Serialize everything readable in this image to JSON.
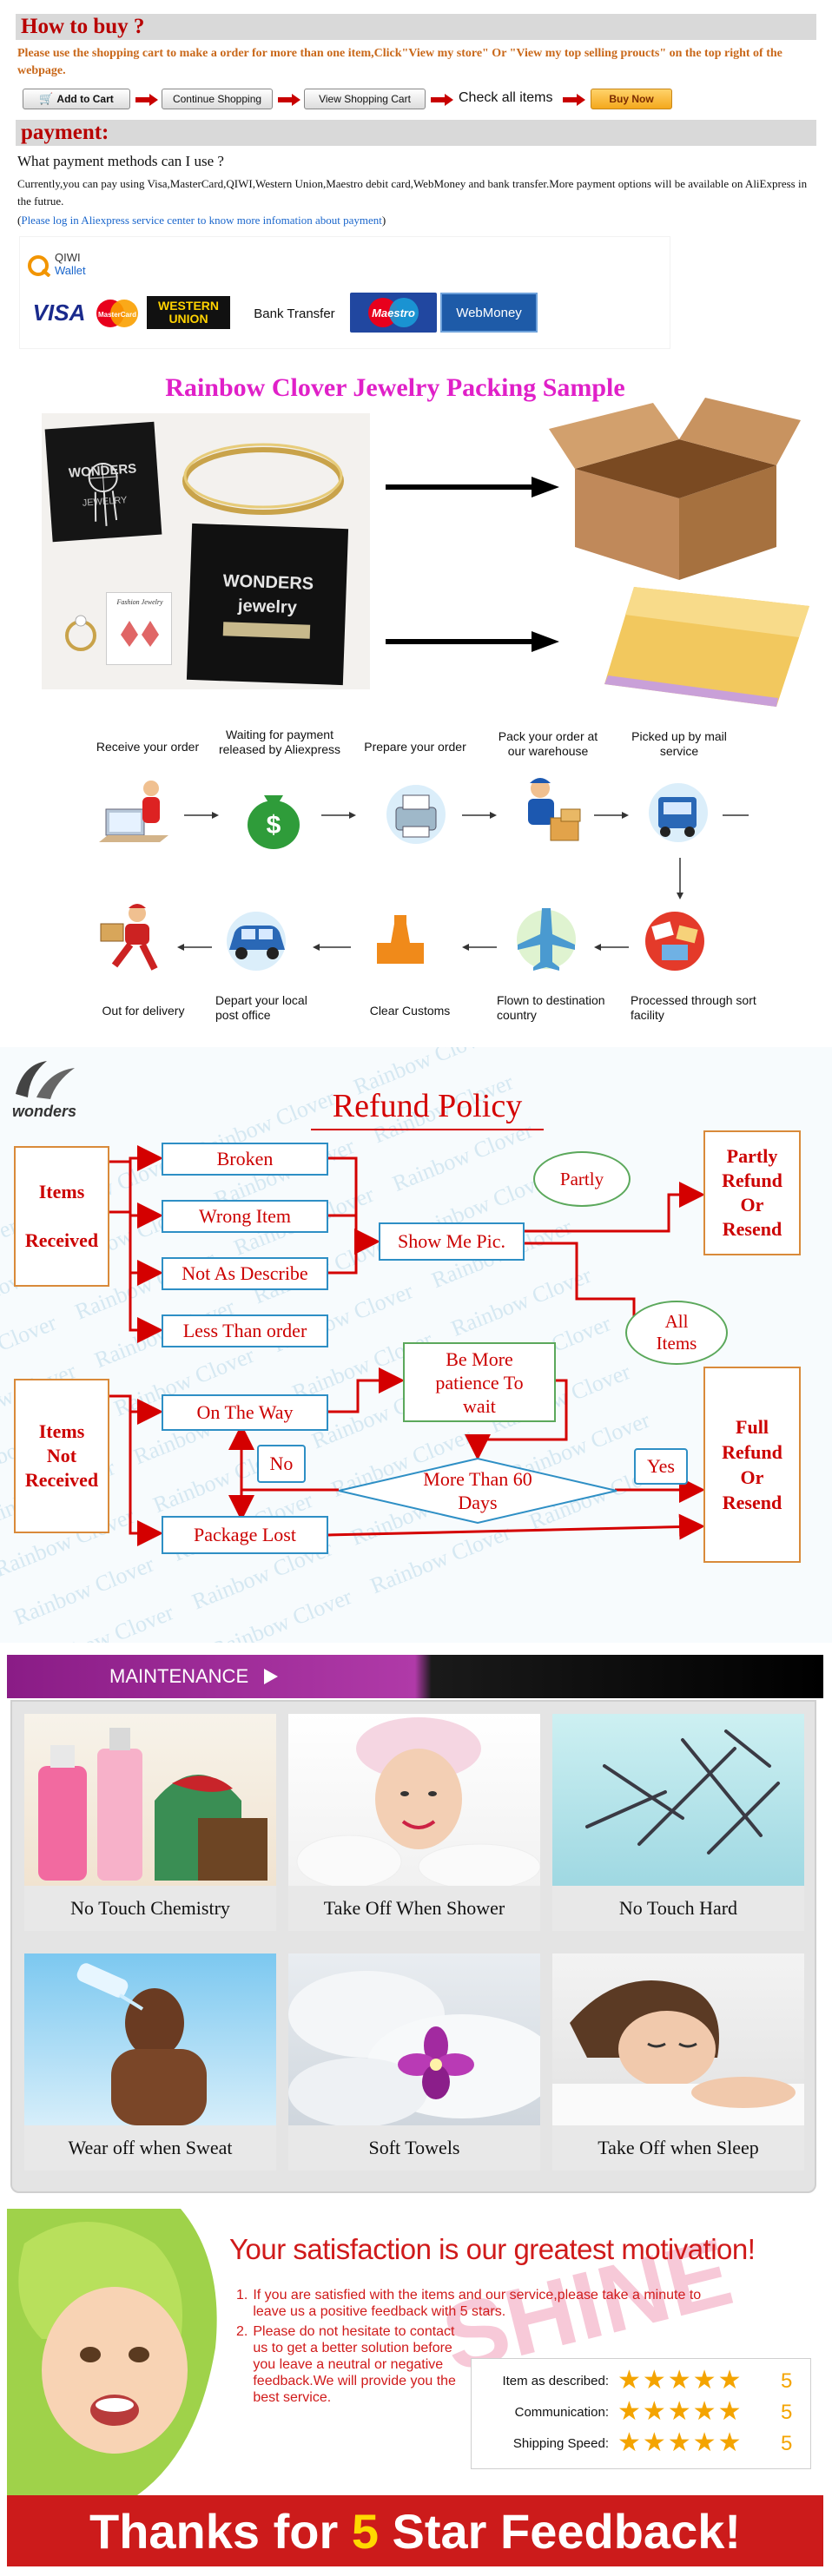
{
  "how_to_buy": {
    "heading": "How to buy ?",
    "instruction": "Please use the shopping cart to make a order for more than one item,Click\"View my store\" Or \"View my top selling proucts\" on the top right of the webpage.",
    "steps": [
      "Add to Cart",
      "Continue Shopping",
      "View Shopping Cart",
      "Check all items",
      "Buy Now"
    ]
  },
  "payment": {
    "heading": "payment:",
    "question": "What payment methods can I use ?",
    "body": "Currently,you can pay using Visa,MasterCard,QIWI,Western Union,Maestro debit card,WebMoney and bank transfer.More payment options will be available on AliExpress in the futrue.",
    "note": "(Please log in Aliexpress service center to know more infomation about payment)",
    "note_open": "(",
    "note_text": "Please log in Aliexpress service center to know more infomation about payment",
    "note_close": ")",
    "logos": {
      "qiwi_top": "QIWI",
      "qiwi_bottom": "Wallet",
      "visa": "VISA",
      "mastercard": "MasterCard",
      "western_top": "WESTERN",
      "western_bottom": "UNION",
      "bank": "Bank Transfer",
      "maestro": "Maestro",
      "webmoney": "WebMoney"
    }
  },
  "packing": {
    "title": "Rainbow Clover Jewelry Packing Sample",
    "pouch_top_line1": "WONDERS",
    "pouch_top_line2": "JEWELRY",
    "pouch_big_line1": "WONDERS",
    "pouch_big_line2": "jewelry",
    "card_text": "Fashion Jewelry"
  },
  "shipping_flow": {
    "row1": [
      "Receive your order",
      "Waiting for payment released by Aliexpress",
      "Prepare your order",
      "Pack your order at our warehouse",
      "Picked up by mail service"
    ],
    "row2": [
      "Out for delivery",
      "Depart your local post office",
      "Clear Customs",
      "Flown to destination country",
      "Processed through sort facility"
    ]
  },
  "refund": {
    "logo_text": "wonders",
    "title": "Refund Policy",
    "watermark": "Rainbow Clover",
    "items_received": [
      "Items",
      "Received"
    ],
    "items_not_received": [
      "Items",
      "Not",
      "Received"
    ],
    "reasons": [
      "Broken",
      "Wrong Item",
      "Not As Describe",
      "Less Than order"
    ],
    "show_me_pic": "Show Me Pic.",
    "partly_bubble": "Partly",
    "all_items_bubble": [
      "All",
      "Items"
    ],
    "partly_refund": [
      "Partly",
      "Refund",
      "Or",
      "Resend"
    ],
    "full_refund": [
      "Full",
      "Refund",
      "Or",
      "Resend"
    ],
    "on_the_way": "On The Way",
    "be_patient": [
      "Be More",
      "patience To",
      "wait"
    ],
    "no": "No",
    "yes": "Yes",
    "more_than_60": [
      "More Than 60",
      "Days"
    ],
    "package_lost": "Package Lost"
  },
  "maintenance": {
    "heading": "MAINTENANCE",
    "items": [
      "No Touch Chemistry",
      "Take Off When Shower",
      "No Touch Hard",
      "Wear off when Sweat",
      "Soft Towels",
      "Take Off when Sleep"
    ]
  },
  "feedback": {
    "headline": "Your satisfaction is our greatest motivation!",
    "point1": "If you are satisfied with the items and our service,please take a minute to leave us a positive feedback with 5 stars.",
    "point2": "Please do not hesitate to contact us to get a better solution before you leave a neutral or negative feedback.We will provide you the best service.",
    "ratings": [
      {
        "label": "Item as described:",
        "score": "5",
        "stars": 5
      },
      {
        "label": "Communication:",
        "score": "5",
        "stars": 5
      },
      {
        "label": "Shipping Speed:",
        "score": "5",
        "stars": 5
      }
    ],
    "watermark": "SHINE",
    "banner_pre": "Thanks for ",
    "banner_num": "5",
    "banner_post": " Star Feedback!"
  },
  "colors": {
    "heading_red": "#b80000",
    "instruction_orange": "#c9681a",
    "link_blue": "#1a66cc",
    "packing_magenta": "#e020c8",
    "refund_red": "#d40000",
    "box_blue": "#2e8fc5",
    "box_orange": "#d98a3a",
    "box_green": "#5ba85b",
    "maint_purple": "#9b1c8e",
    "banner_red": "#cc1b1b",
    "star_gold": "#f4a400"
  }
}
